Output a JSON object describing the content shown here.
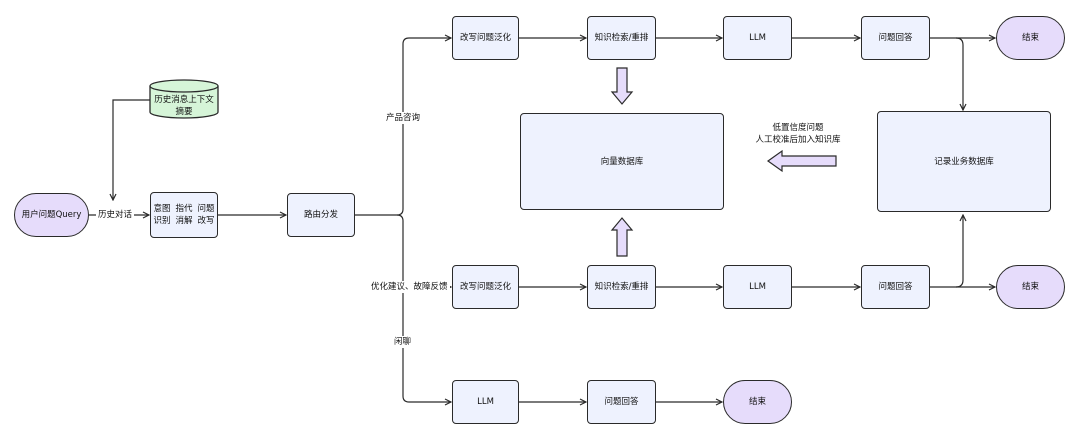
{
  "start": {
    "line1": "用户问题",
    "line2": "Query"
  },
  "history_db": {
    "line1": "历史消息上下文",
    "line2": "摘要"
  },
  "edge_history": "历史对话",
  "intent": {
    "line1": "意图识别",
    "line2": "指代消解",
    "line3": "问题改写"
  },
  "router": "路由分发",
  "branch_product": {
    "label": "产品咨询",
    "rewrite": "改写问题泛化",
    "retrieve": "知识检索/重排",
    "llm": "LLM",
    "answer": "问题回答",
    "end": "结束"
  },
  "branch_feedback": {
    "label": "优化建议、故障反馈",
    "rewrite": "改写问题泛化",
    "retrieve": "知识检索/重排",
    "llm": "LLM",
    "answer": "问题回答",
    "end": "结束"
  },
  "branch_chat": {
    "label": "闲聊",
    "llm": "LLM",
    "answer": "问题回答",
    "end": "结束"
  },
  "vector_db": "向量数据库",
  "record_db": "记录业务数据库",
  "low_conf_note": {
    "line1": "低置信度问题",
    "line2": "人工校准后加入知识库"
  },
  "colors": {
    "box_fill": "#eef2fe",
    "pill_fill": "#e6dcfb",
    "db_fill": "#d6f5d8",
    "stroke": "#2a2a2a"
  }
}
